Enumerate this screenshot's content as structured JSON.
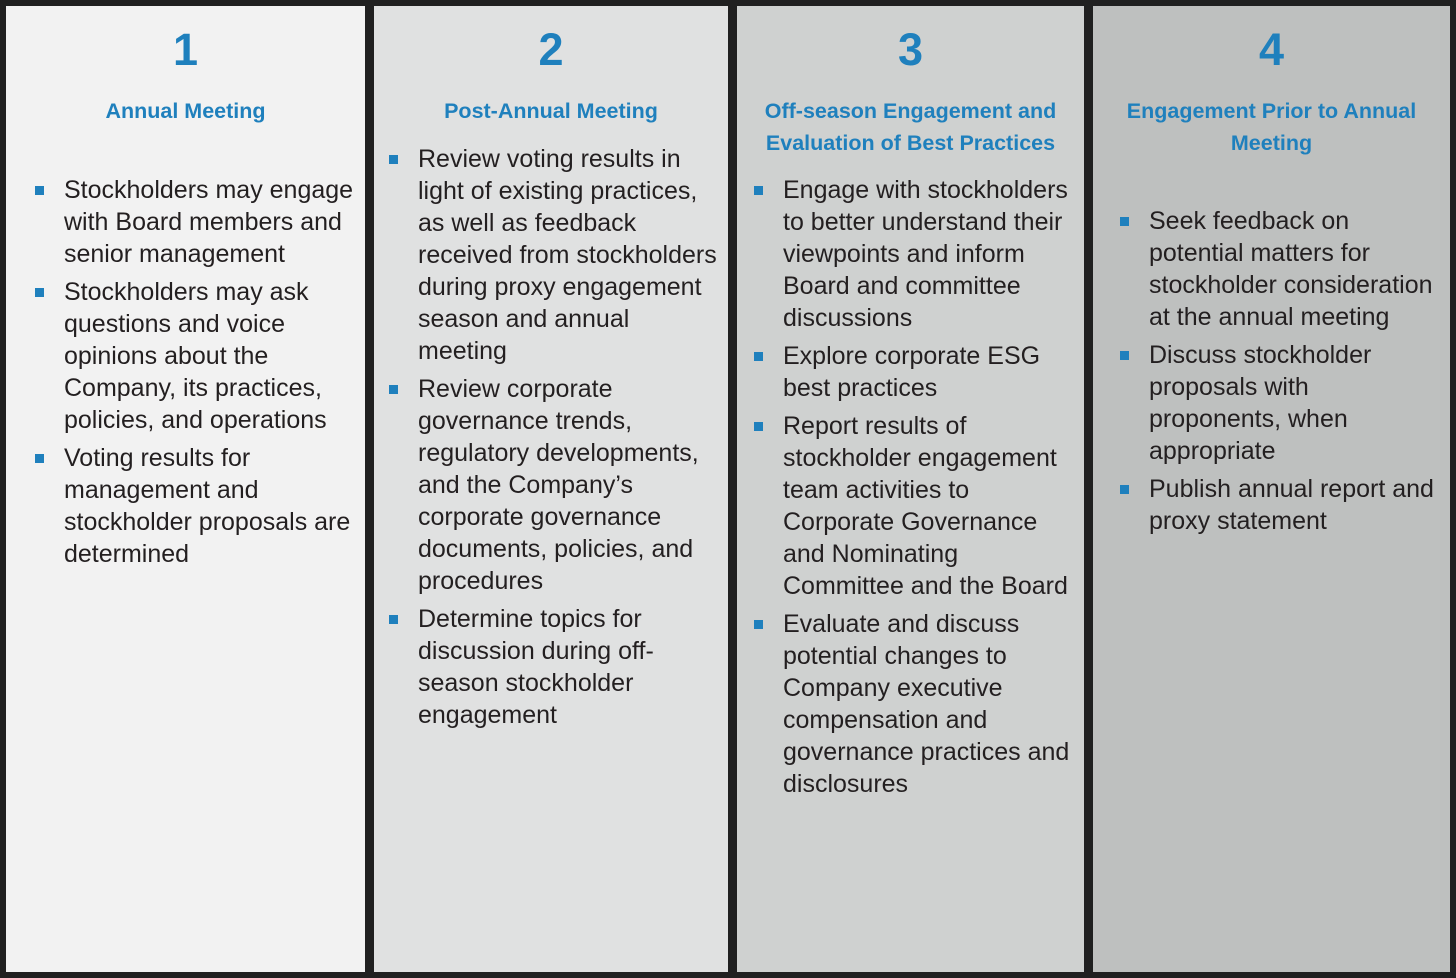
{
  "theme": {
    "accent_color": "#1f80bd",
    "text_color": "#231f20",
    "frame_color": "#202020"
  },
  "panels": [
    {
      "number": "1",
      "title": "Annual Meeting",
      "background": "#f2f2f2",
      "bullets": [
        "Stockholders may engage with Board members and senior management",
        "Stockholders may ask questions and voice opinions about the Company, its practices, policies, and operations",
        "Voting results for management and stockholder proposals are determined"
      ]
    },
    {
      "number": "2",
      "title": "Post-Annual Meeting",
      "background": "#e0e1e1",
      "bullets": [
        "Review voting results in light of existing practices, as well as feedback received from stockholders during proxy engagement season and annual meeting",
        "Review corporate governance trends, regulatory developments, and the Company’s corporate governance documents, policies, and procedures",
        "Determine topics for discussion during off-season stockholder engagement"
      ]
    },
    {
      "number": "3",
      "title": "Off-season Engagement and Evaluation of Best Practices",
      "background": "#cfd1d0",
      "bullets": [
        "Engage with stockholders to better understand their viewpoints and inform Board and committee discussions",
        "Explore corporate ESG best practices",
        "Report results of stockholder engagement team activities to Corporate Governance and Nominating Committee and the Board",
        "Evaluate and discuss potential changes to Company executive compensation and governance practices and disclosures"
      ]
    },
    {
      "number": "4",
      "title": "Engagement Prior to Annual Meeting",
      "background": "#bec0bf",
      "bullets": [
        "Seek feedback on potential matters for stockholder consideration at the annual meeting",
        "Discuss stockholder proposals with proponents, when appropriate",
        "Publish annual report and proxy statement"
      ]
    }
  ]
}
